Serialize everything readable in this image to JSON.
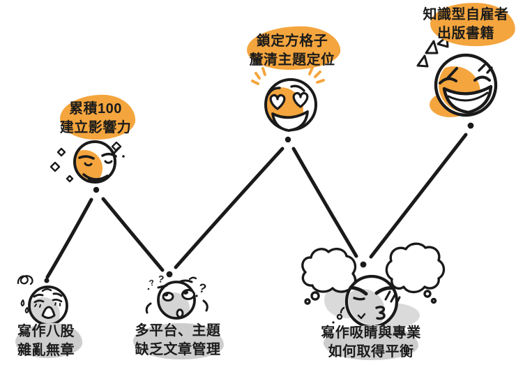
{
  "colors": {
    "highlight_orange": "#F4A53E",
    "highlight_gray": "#CDCDCD",
    "ink": "#1A1A1A",
    "background": "#FFFFFF"
  },
  "journey": {
    "milestones": [
      {
        "stage": "low",
        "line1": "寫作八股",
        "line2": "雜亂無章",
        "face_icon": "dizzy-distressed-face",
        "highlight": "gray"
      },
      {
        "stage": "high",
        "line1": "累積100",
        "line2": "建立影響力",
        "face_icon": "smug-sparkle-face",
        "highlight": "orange"
      },
      {
        "stage": "low",
        "line1": "多平台、主題",
        "line2": "缺乏文章管理",
        "face_icon": "worried-overwhelmed-face",
        "highlight": "gray"
      },
      {
        "stage": "high",
        "line1": "鎖定方格子",
        "line2": "釐清主題定位",
        "face_icon": "heart-eyes-face",
        "highlight": "orange"
      },
      {
        "stage": "low",
        "line1": "寫作吸睛與專業",
        "line2": "如何取得平衡",
        "face_icon": "frustrated-pout-face",
        "highlight": "gray"
      },
      {
        "stage": "high",
        "line1": "知識型自雇者",
        "line2": "出版書籍",
        "face_icon": "laughing-excited-face",
        "highlight": "orange"
      }
    ]
  }
}
